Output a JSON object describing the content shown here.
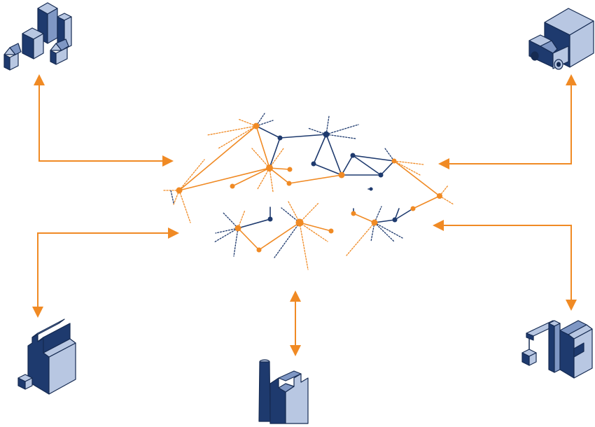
{
  "diagram": {
    "type": "network-hub",
    "colors": {
      "accent": "#f08a24",
      "navy": "#1e3a6e",
      "light": "#b8c7e2",
      "mid": "#7f97c4",
      "dark": "#162b52"
    },
    "nodes": [
      {
        "id": "city",
        "icon": "city-buildings-icon"
      },
      {
        "id": "truck",
        "icon": "delivery-truck-icon"
      },
      {
        "id": "factory-left",
        "icon": "factory-icon"
      },
      {
        "id": "factory-center",
        "icon": "factory-chimney-icon"
      },
      {
        "id": "crane",
        "icon": "crane-warehouse-icon"
      },
      {
        "id": "hub",
        "icon": "network-hub-icon"
      }
    ],
    "connections": [
      {
        "from": "city",
        "to": "hub",
        "direction": "to-hub"
      },
      {
        "from": "truck",
        "to": "hub",
        "direction": "to-hub"
      },
      {
        "from": "hub",
        "to": "factory-left",
        "direction": "from-hub"
      },
      {
        "from": "hub",
        "to": "factory-center",
        "direction": "both"
      },
      {
        "from": "hub",
        "to": "crane",
        "direction": "from-hub"
      }
    ]
  }
}
